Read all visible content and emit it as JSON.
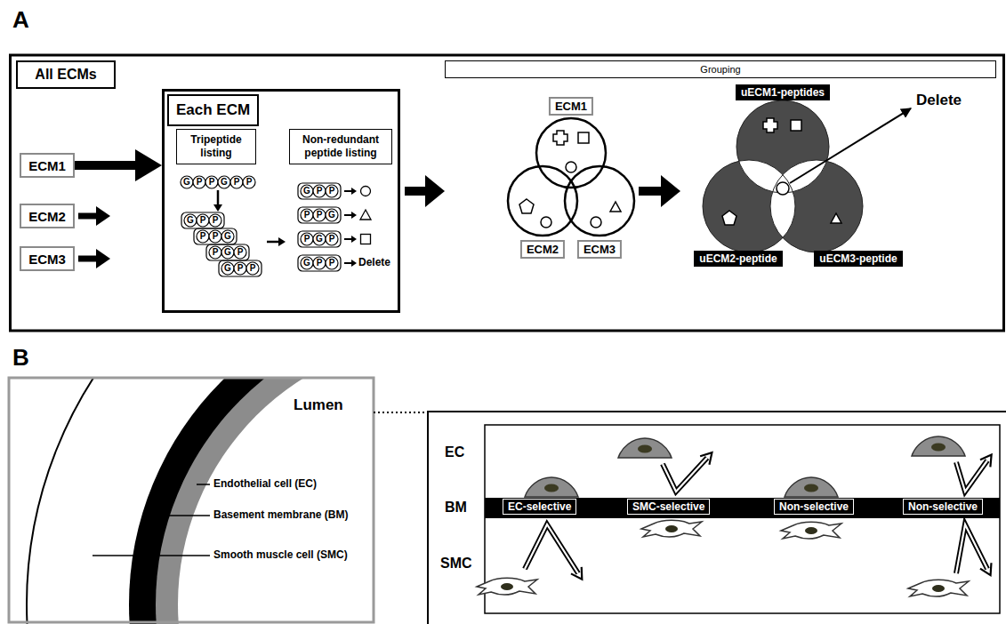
{
  "diagram": {
    "nodes": [
      {
        "text": [
          "All ECMs"
        ]
      },
      {
        "text": [
          "ECM1"
        ]
      },
      {
        "text": [
          "ECM2"
        ]
      },
      {
        "text": [
          "ECM3"
        ]
      },
      {
        "text": [
          "Each ECM"
        ]
      },
      {
        "text": [
          "Tripeptide listing"
        ],
        "in": 4
      },
      {
        "text": [
          "Non-redundant peptide listing"
        ],
        "in": 4
      },
      {
        "text": [
          "Grouping"
        ]
      },
      {
        "text": [
          "ECM1"
        ]
      },
      {
        "text": [
          "ECM2"
        ]
      },
      {
        "text": [
          "ECM3"
        ]
      },
      {
        "text": [
          "uECM1-peptides"
        ]
      },
      {
        "text": [
          "uECM2-peptide"
        ]
      },
      {
        "text": [
          "uECM3-peptide"
        ]
      },
      {
        "text": [
          "EC-selective"
        ]
      },
      {
        "text": [
          "SMC-selective"
        ]
      },
      {
        "text": [
          "Non-selective"
        ]
      },
      {
        "text": [
          "Non-selective"
        ]
      }
    ],
    "edges": [
      {
        "from": 1,
        "to": 4,
        "arrow": "to"
      }
    ],
    "labels": [
      "A",
      "G",
      "P",
      "P",
      "G",
      "P",
      "P",
      "G",
      "P",
      "P",
      "P",
      "P",
      "G",
      "P",
      "G",
      "P",
      "G",
      "P",
      "P",
      "G",
      "P",
      "P",
      "P",
      "P",
      "G",
      "P",
      "G",
      "P",
      "G",
      "P",
      "P",
      "Delete",
      "Delete",
      "B",
      "Lumen",
      "Endothelial cell (EC)",
      "Basement membrane (BM)",
      "Smooth muscle cell (SMC)",
      "EC",
      "BM",
      "SMC"
    ]
  }
}
